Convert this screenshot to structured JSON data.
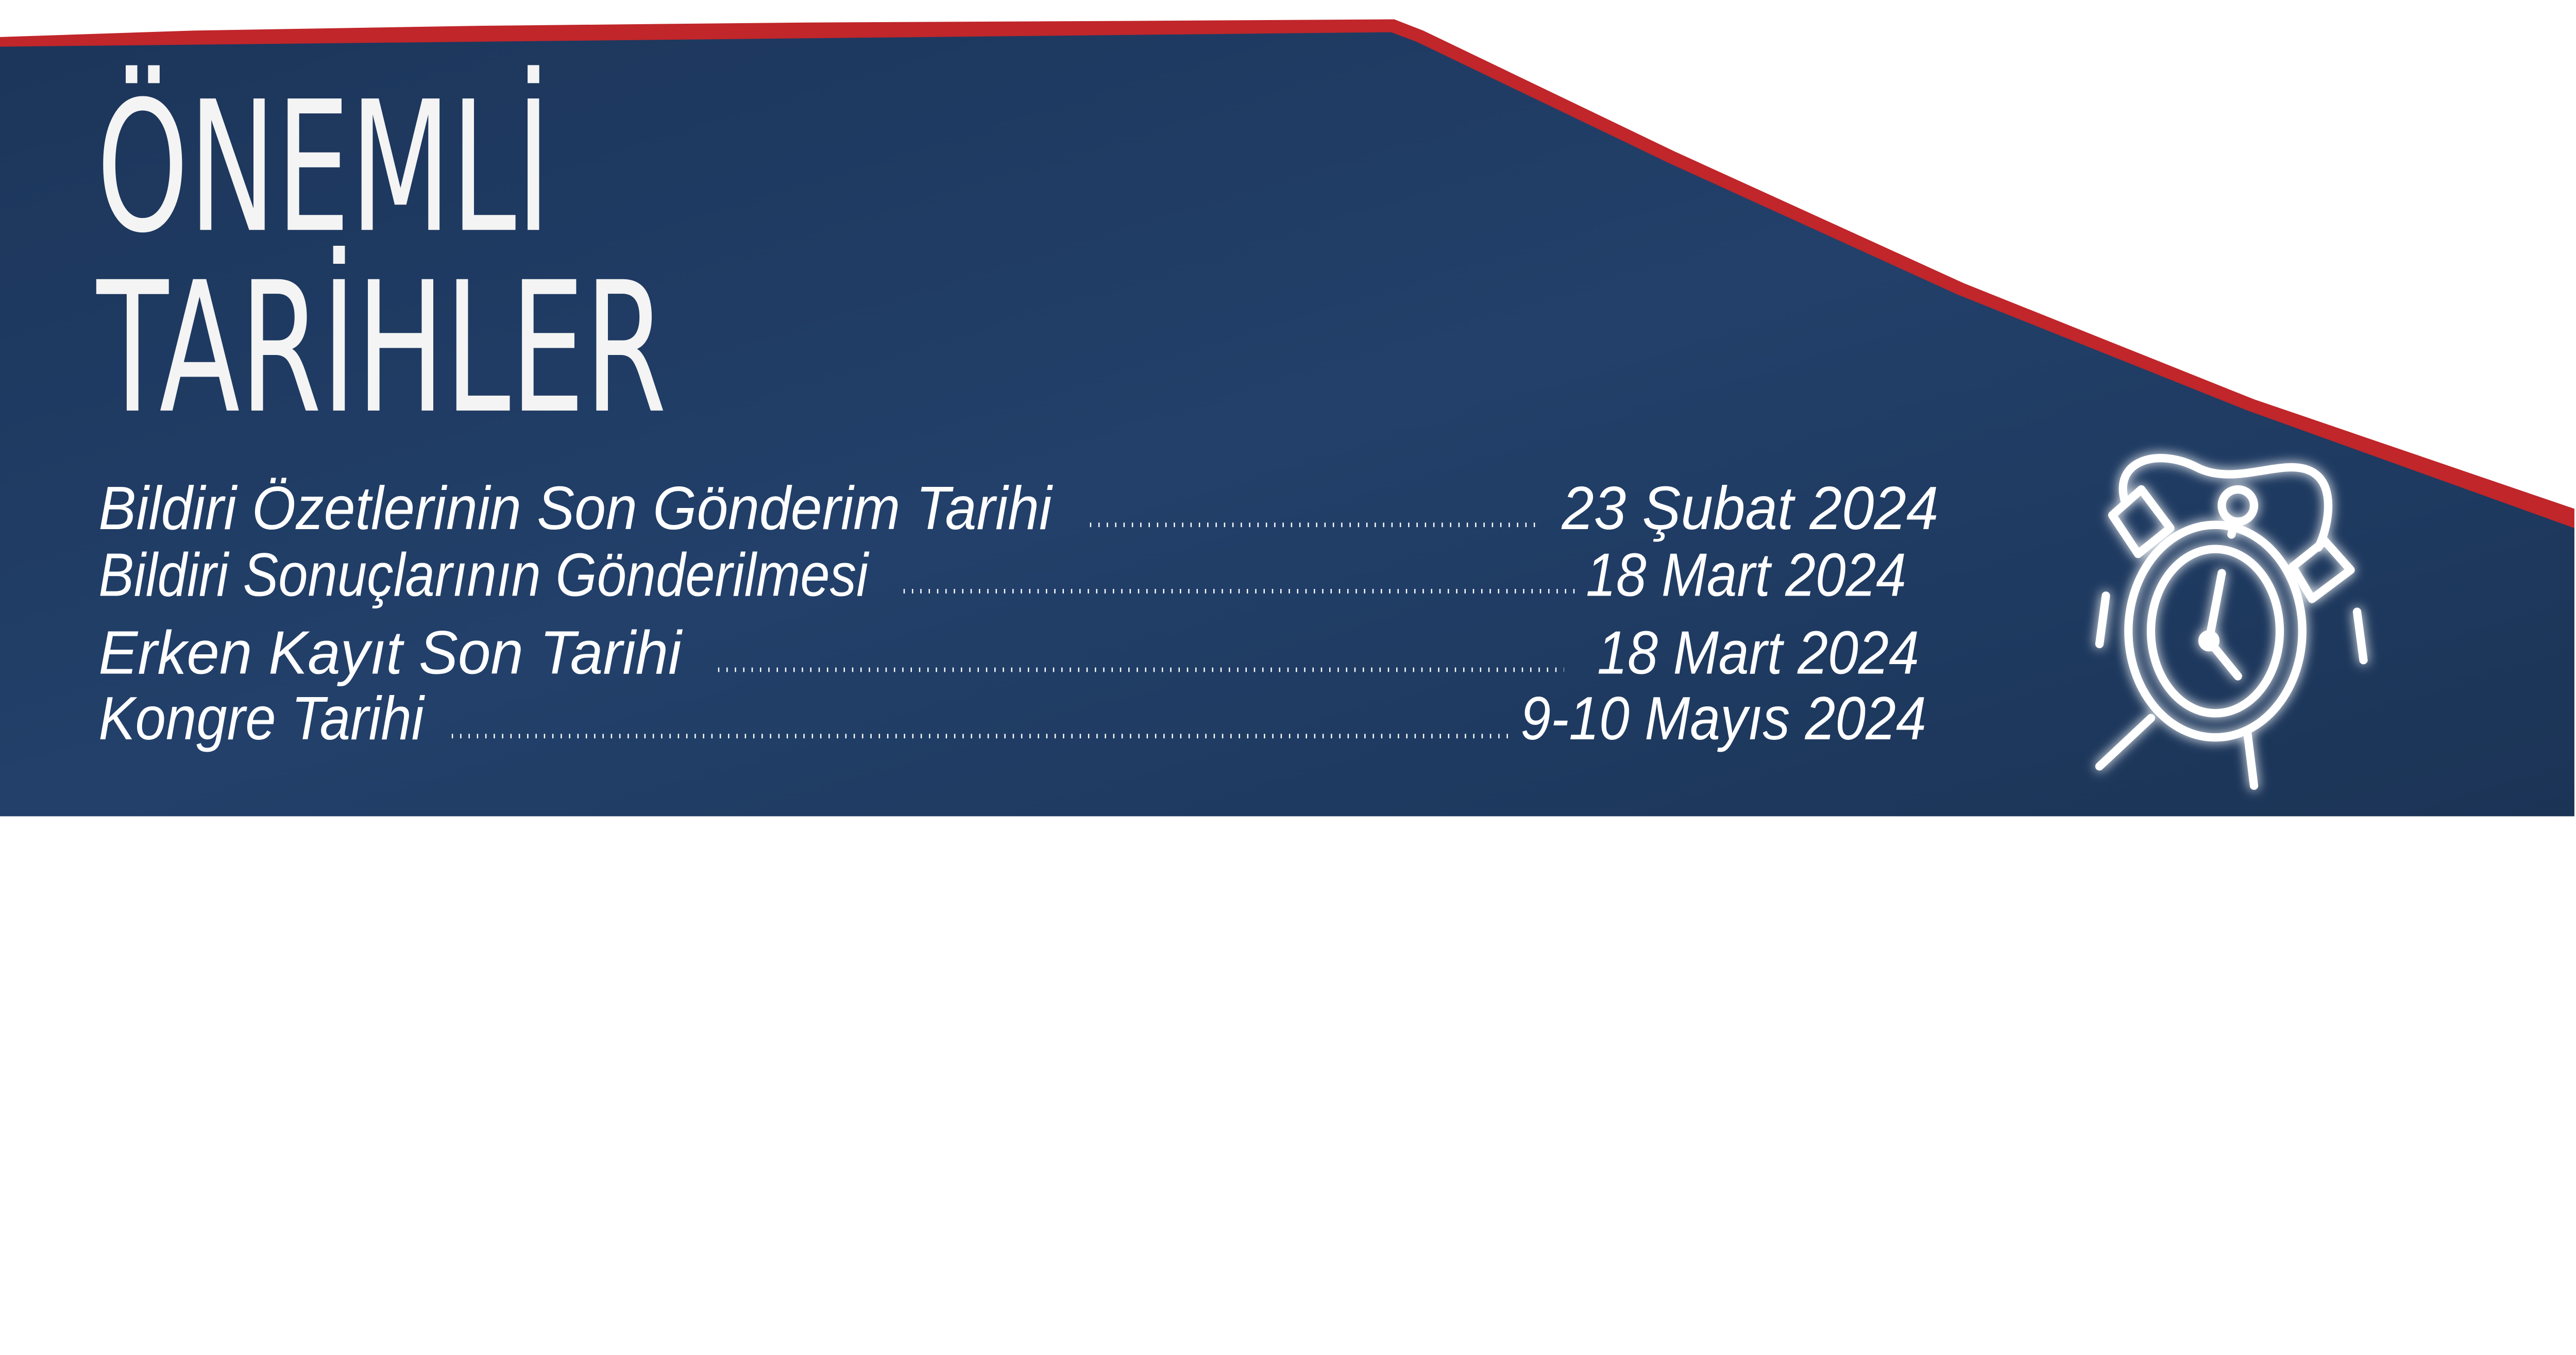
{
  "colors": {
    "board": "#1f3a5e",
    "border": "#c0262a",
    "chalk": "#ffffff",
    "page": "#ffffff"
  },
  "title": {
    "line1": "ÖNEMLİ",
    "line2": "TARİHLER"
  },
  "dates": [
    {
      "label": "Bildiri Özetlerinin Son Gönderim Tarihi",
      "date": "23 Şubat 2024"
    },
    {
      "label": "Bildiri Sonuçlarının Gönderilmesi",
      "date": "18 Mart 2024"
    },
    {
      "label": "Erken Kayıt Son Tarihi",
      "date": "18 Mart 2024"
    },
    {
      "label": "Kongre Tarihi",
      "date": "9-10 Mayıs 2024"
    }
  ],
  "icon": "alarm-clock-icon"
}
